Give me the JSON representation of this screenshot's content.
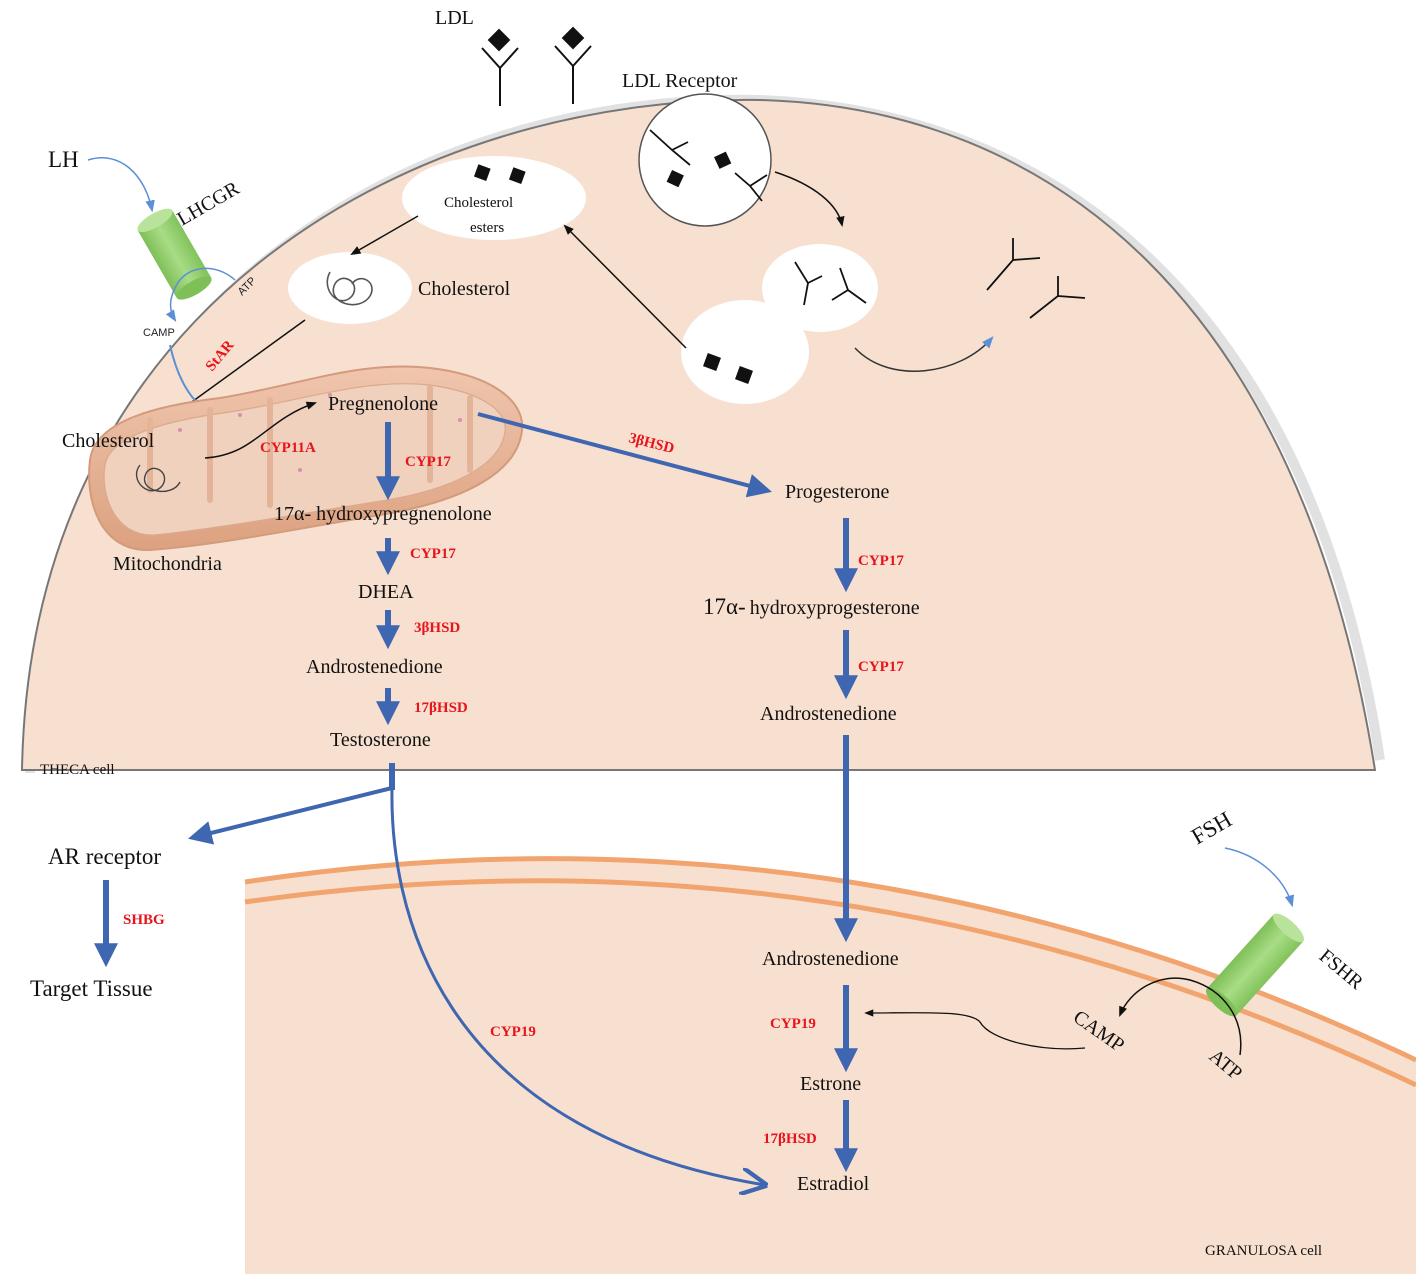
{
  "colors": {
    "theca_fill": "#f8e0d0",
    "granulosa_fill": "#f8e0d0",
    "granulosa_membrane": "#f2a46f",
    "pathway_arrow": "#3f66b0",
    "enzyme_text": "#e8141c",
    "receptor_green": "#93cc6e",
    "mitochondria": "#e8b497"
  },
  "labels": {
    "ldl": "LDL",
    "ldl_receptor": "LDL Receptor",
    "lh": "LH",
    "lhcgr": "LHCGR",
    "atp_theca": "ATP",
    "camp_theca": "CAMP",
    "star": "StAR",
    "cholesterol_esters_1": "Cholesterol",
    "cholesterol_esters_2": "esters",
    "cholesterol_vesicle": "Cholesterol",
    "cholesterol_mito": "Cholesterol",
    "mitochondria": "Mitochondria",
    "theca_cell": "THECA cell",
    "granulosa_cell": "GRANULOSA  cell",
    "fsh": "FSH",
    "fshr": "FSHR",
    "camp_granulosa": "CAMP",
    "atp_granulosa": "ATP"
  },
  "metabolites": {
    "pregnenolone": "Pregnenolone",
    "hydroxypregnenolone_prefix": "17α-",
    "hydroxypregnenolone": "hydroxypregnenolone",
    "dhea": "DHEA",
    "androstenedione_left": "Androstenedione",
    "testosterone": "Testosterone",
    "progesterone": "Progesterone",
    "hydroxyprogesterone_prefix": "17α-",
    "hydroxyprogesterone": "hydroxyprogesterone",
    "androstenedione_right": "Androstenedione",
    "androstenedione_granulosa": "Androstenedione",
    "estrone": "Estrone",
    "estradiol": "Estradiol",
    "ar_receptor": "AR receptor",
    "target_tissue": "Target Tissue"
  },
  "enzymes": {
    "cyp11a": "CYP11A",
    "cyp17_1": "CYP17",
    "cyp17_2": "CYP17",
    "hsd3b_left": "3βHSD",
    "hsd17b_left": "17βHSD",
    "hsd3b_diag": "3βHSD",
    "cyp17_3": "CYP17",
    "cyp17_4": "CYP17",
    "shbg": "SHBG",
    "cyp19_curve": "CYP19",
    "cyp19": "CYP19",
    "hsd17b_granulosa": "17βHSD"
  }
}
